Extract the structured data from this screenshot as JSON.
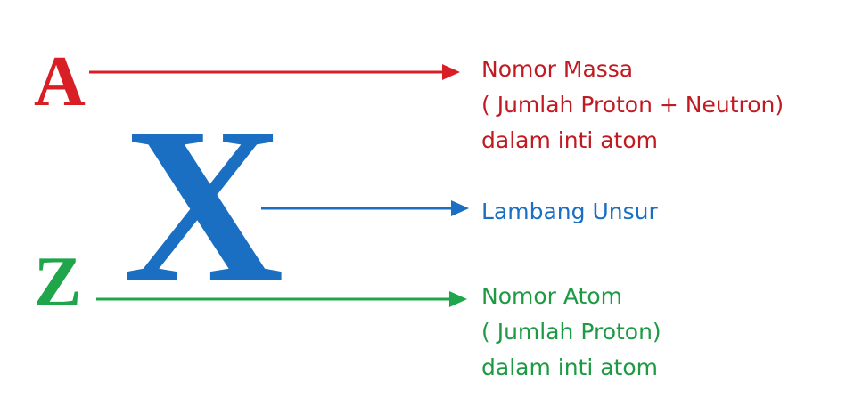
{
  "symbols": {
    "mass_number": "A",
    "element": "X",
    "atomic_number": "Z"
  },
  "labels": {
    "mass_number": [
      "Nomor Massa",
      "( Jumlah Proton + Neutron)",
      "dalam inti atom"
    ],
    "element": [
      "Lambang Unsur"
    ],
    "atomic_number": [
      "Nomor Atom",
      "( Jumlah Proton)",
      "dalam inti atom"
    ]
  },
  "colors": {
    "mass_number": "#d81f26",
    "element": "#1a6fc2",
    "atomic_number": "#1fa64a"
  }
}
